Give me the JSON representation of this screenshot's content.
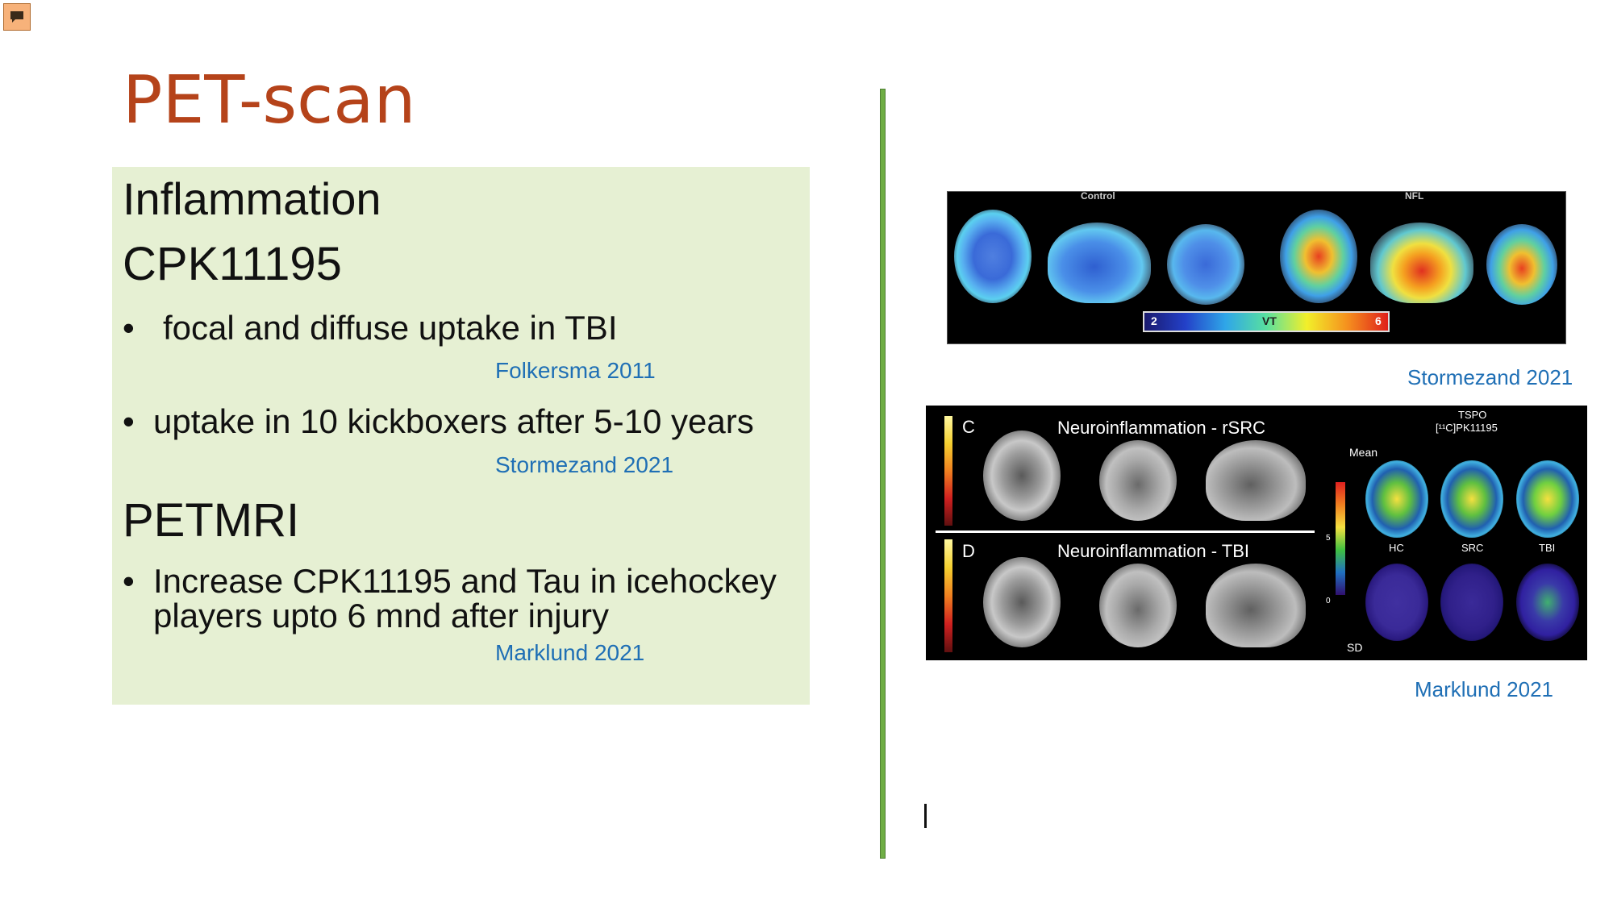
{
  "slide": {
    "title": "PET-scan"
  },
  "content": {
    "heading1": "Inflammation",
    "heading2": "CPK11195",
    "bullet1": "focal and diffuse uptake in TBI",
    "cite1": "Folkersma 2011",
    "bullet2": "uptake in 10 kickboxers after 5-10 years",
    "cite2": "Stormezand 2021",
    "heading3": "PETMRI",
    "bullet3_line1": "Increase  CPK11195 and Tau in icehockey",
    "bullet3_line2": "players upto 6 mnd after injury",
    "cite3": "Marklund 2021",
    "bullet_symbol": "•"
  },
  "figure1": {
    "label_control": "Control",
    "label_nfl": "NFL",
    "colorbar_min": "2",
    "colorbar_max": "6",
    "colorbar_label": "VT",
    "caption": "Stormezand 2021"
  },
  "figure2": {
    "panel_c_letter": "C",
    "panel_c_title": "Neuroinflammation - rSRC",
    "panel_d_letter": "D",
    "panel_d_title": "Neuroinflammation - TBI",
    "tspo_line1": "TSPO",
    "tspo_line2": "[¹¹C]PK11195",
    "mean_label": "Mean",
    "sd_label": "SD",
    "group_hc": "HC",
    "group_src": "SRC",
    "group_tbi": "TBI",
    "scale_5": "5",
    "scale_0": "0",
    "caption": "Marklund 2021"
  },
  "colors": {
    "title": "#b5431a",
    "citation": "#1f6fb5",
    "box_background": "#e6f0d3",
    "divider": "#6fae45"
  },
  "icons": {
    "comment": "comment-icon"
  }
}
